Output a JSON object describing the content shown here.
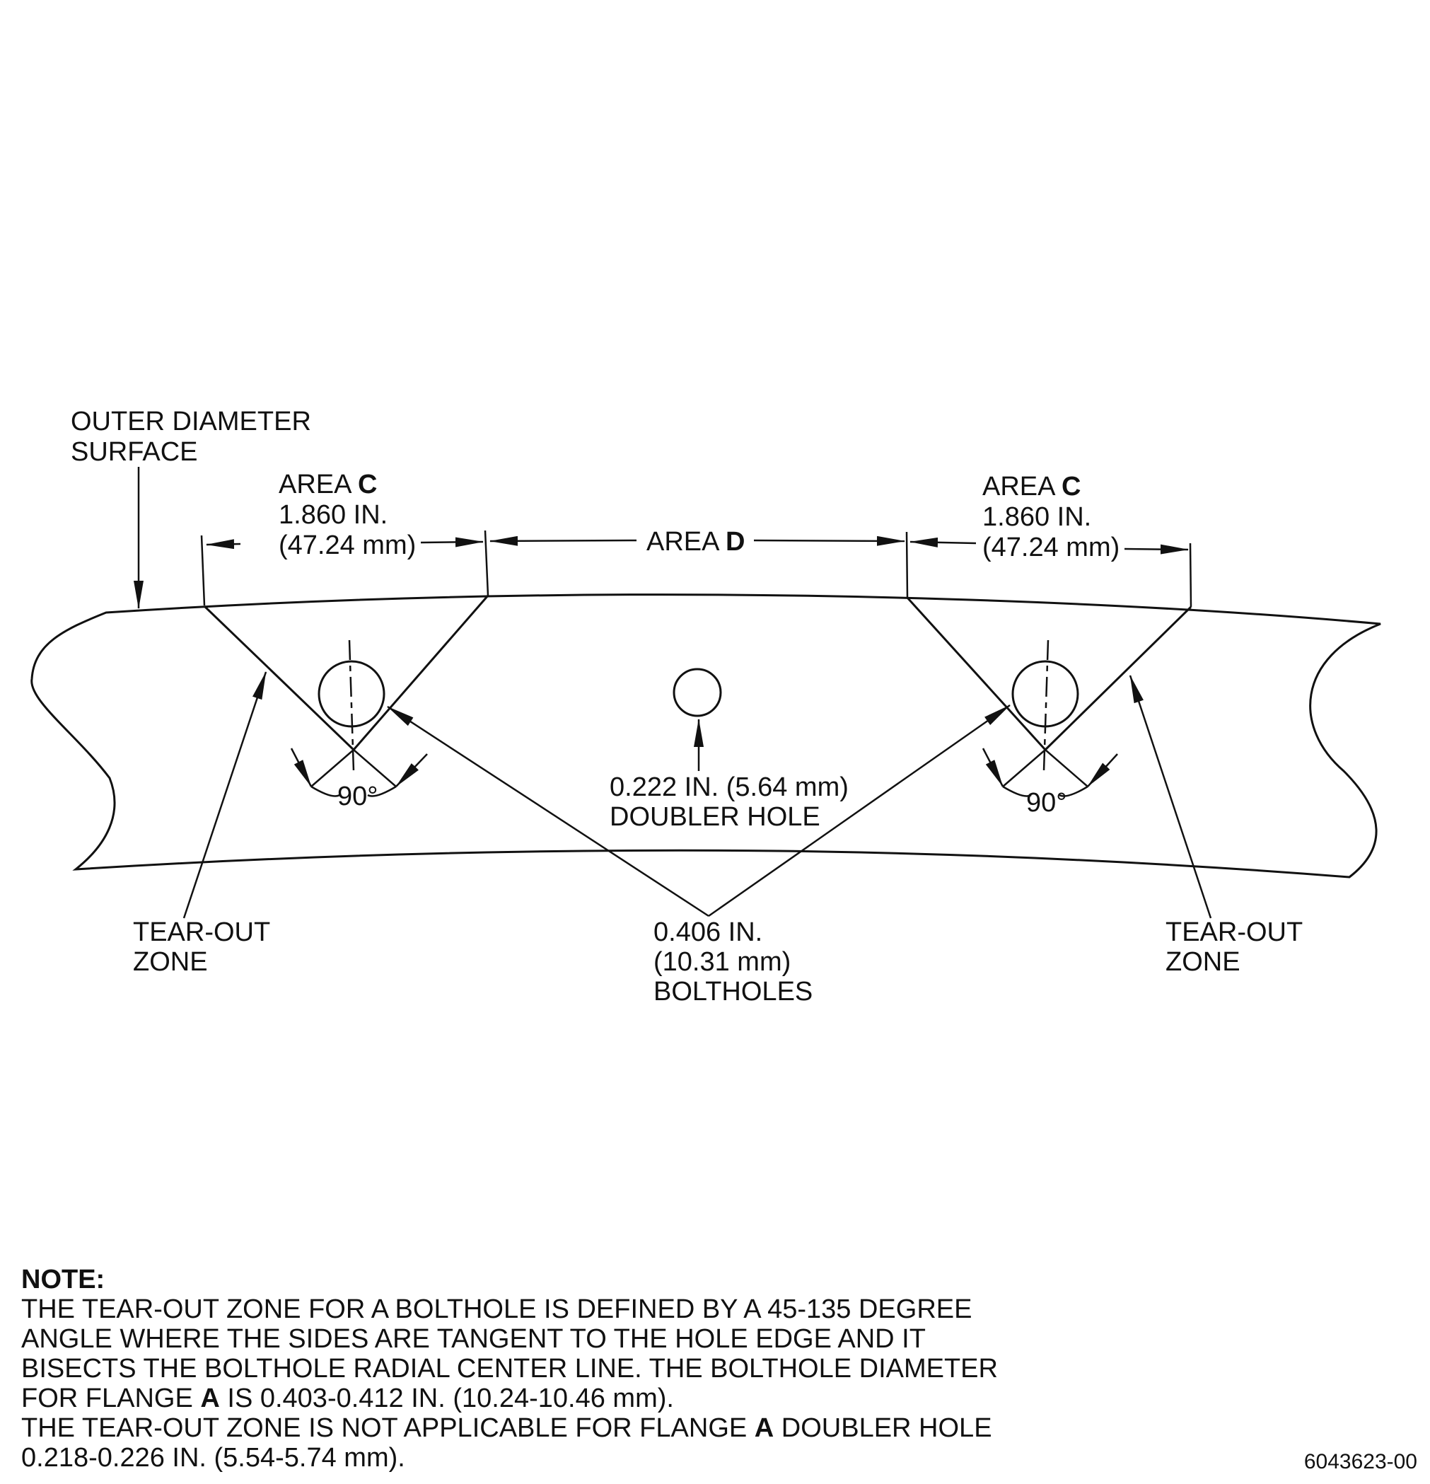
{
  "labels": {
    "outer_diameter_1": "OUTER DIAMETER",
    "outer_diameter_2": "SURFACE",
    "area_c_left": {
      "prefix": "AREA ",
      "letter": "C",
      "in": "1.860 IN.",
      "mm": "(47.24 mm)"
    },
    "area_d": {
      "prefix": "AREA ",
      "letter": "D"
    },
    "area_c_right": {
      "prefix": "AREA ",
      "letter": "C",
      "in": "1.860 IN.",
      "mm": "(47.24 mm)"
    },
    "angle_left": "90°",
    "angle_right": "90°",
    "doubler_1": "0.222 IN. (5.64 mm)",
    "doubler_2": "DOUBLER HOLE",
    "tearout_left_1": "TEAR-OUT",
    "tearout_left_2": "ZONE",
    "tearout_right_1": "TEAR-OUT",
    "tearout_right_2": "ZONE",
    "boltholes_1": "0.406 IN.",
    "boltholes_2": "(10.31 mm)",
    "boltholes_3": "BOLTHOLES"
  },
  "note": {
    "heading": "NOTE:",
    "line1": "THE TEAR-OUT ZONE FOR A BOLTHOLE IS DEFINED BY A 45-135 DEGREE",
    "line2": "ANGLE WHERE THE SIDES ARE TANGENT TO THE HOLE EDGE AND IT",
    "line3": "BISECTS THE BOLTHOLE RADIAL CENTER LINE. THE BOLTHOLE DIAMETER",
    "line4_a": "FOR FLANGE ",
    "line4_b": "A",
    "line4_c": " IS 0.403-0.412 IN. (10.24-10.46 mm).",
    "line5_a": "THE TEAR-OUT ZONE IS NOT APPLICABLE FOR FLANGE ",
    "line5_b": "A",
    "line5_c": " DOUBLER HOLE",
    "line6": "0.218-0.226 IN. (5.54-5.74 mm)."
  },
  "figure_number": "6043623-00"
}
